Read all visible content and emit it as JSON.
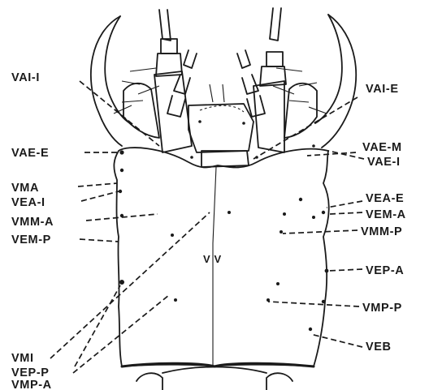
{
  "labels": {
    "vai_i": "VAI-I",
    "vae_e": "VAE-E",
    "vma": "VMA",
    "vea_i": "VEA-I",
    "vmm_a": "VMM-A",
    "vem_p": "VEM-P",
    "vmi": "VMI",
    "vep_p": "VEP-P",
    "vmp_a": "VMP-A",
    "vai_e": "VAI-E",
    "vae_m": "VAE-M",
    "vae_i": "VAE-I",
    "vea_e": "VEA-E",
    "vem_a": "VEM-A",
    "vmm_p": "VMM-P",
    "vep_a": "VEP-A",
    "vmp_p": "VMP-P",
    "veb": "VEB"
  },
  "center_mark": "V V"
}
